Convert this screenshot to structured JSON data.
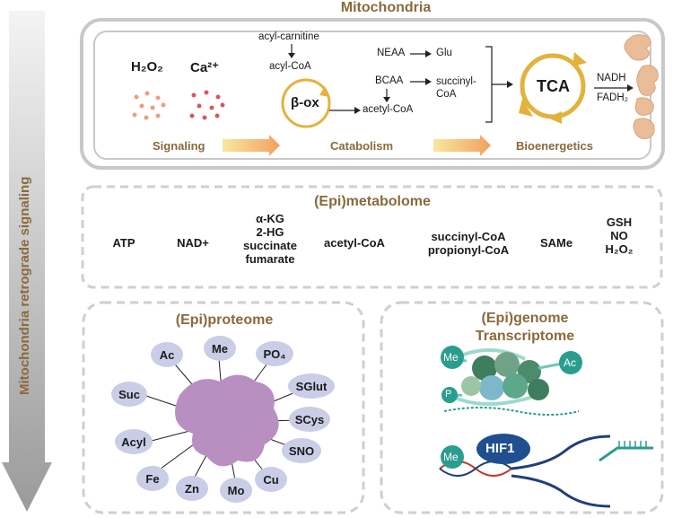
{
  "side_label": "Mitochondria retrograde signaling",
  "mito": {
    "title": "Mitochondria",
    "signaling": {
      "h2o2": "H₂O₂",
      "ca": "Ca²⁺",
      "label": "Signaling"
    },
    "catabolism": {
      "acyl_carnitine": "acyl-carnitine",
      "acyl_coa": "acyl-CoA",
      "beta_ox": "β-ox",
      "acetyl_coa": "acetyl-CoA",
      "neaa": "NEAA",
      "glu": "Glu",
      "bcaa": "BCAA",
      "succinyl_coa": "succinyl-CoA",
      "label": "Catabolism"
    },
    "bioenergetics": {
      "tca": "TCA",
      "nadh": "NADH",
      "fadh2": "FADH₂",
      "label": "Bioenergetics"
    }
  },
  "metabolome": {
    "title": "(Epi)metabolome",
    "items": [
      "ATP",
      "NAD+",
      "α-KG\n2-HG\nsuccinate\nfumarate",
      "acetyl-CoA",
      "succinyl-CoA\npropionyl-CoA",
      "SAMe",
      "GSH\nNO\nH₂O₂"
    ]
  },
  "proteome": {
    "title": "(Epi)proteome",
    "mods": [
      "Ac",
      "Me",
      "PO₄",
      "SGlut",
      "SCys",
      "SNO",
      "Cu",
      "Mo",
      "Zn",
      "Fe",
      "Acyl",
      "Suc"
    ]
  },
  "genome": {
    "title1": "(Epi)genome",
    "title2": "Transcriptome",
    "me1": "Me",
    "ac": "Ac",
    "p": "P",
    "me2": "Me",
    "hif1": "HIF1"
  },
  "colors": {
    "accent": "#8a6a3c",
    "tca": "#e2b33c",
    "signal_dot": "#e38a6b",
    "mod_bg": "#c9cde6",
    "protein": "#b98fc2",
    "dna_teal": "#2a9d8f"
  }
}
